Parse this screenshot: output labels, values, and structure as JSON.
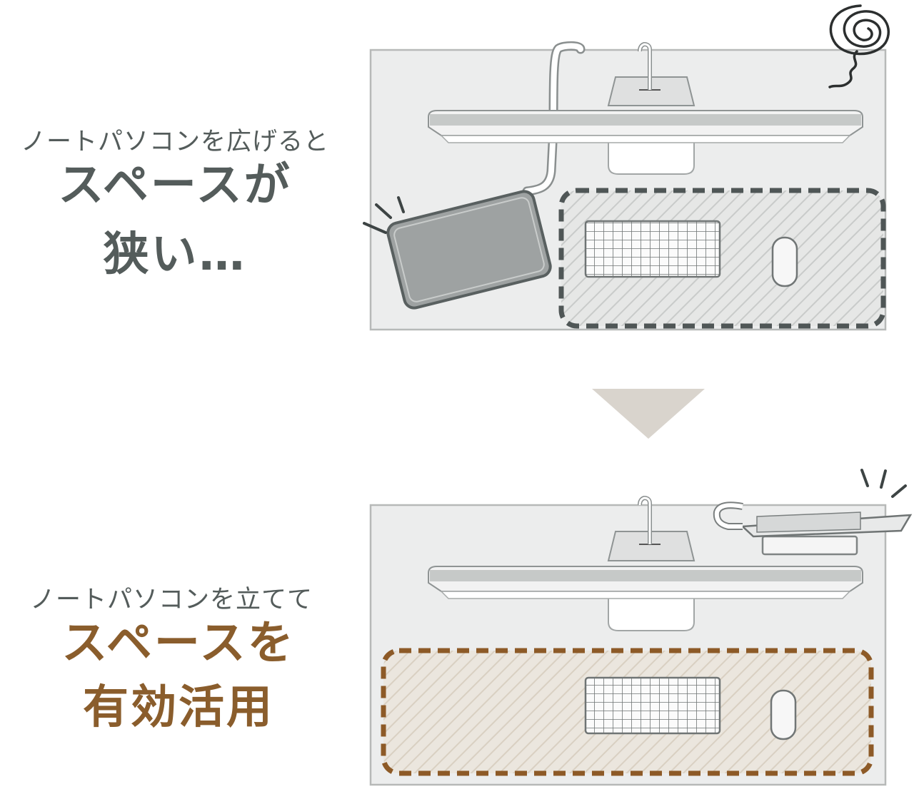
{
  "colors": {
    "desk": "#eceded",
    "desk_border": "#b7b9b8",
    "gray_text": "#545c5b",
    "brown_text": "#8a5d2c",
    "gray_dash": "#4f5656",
    "brown_dash": "#8d5a27",
    "arrow": "#d9d4cd"
  },
  "before": {
    "subtitle": "ノートパソコンを広げると",
    "headline_line1": "スペースが",
    "headline_line2": "狭い…"
  },
  "arrow": {
    "icon": "down-triangle-icon"
  },
  "after": {
    "subtitle": "ノートパソコンを立てて",
    "headline_line1": "スペースを",
    "headline_line2": "有効活用"
  }
}
